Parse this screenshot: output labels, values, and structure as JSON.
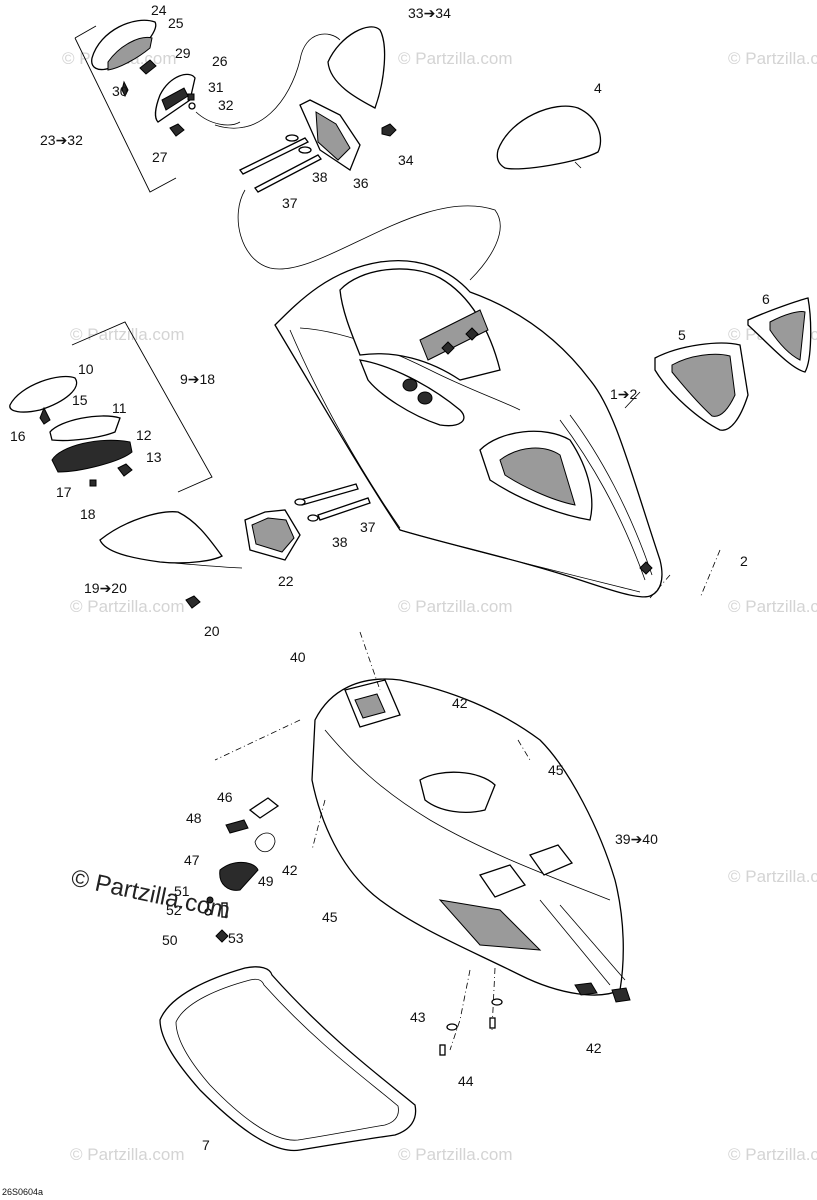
{
  "diagram": {
    "callouts": [
      {
        "id": "c24",
        "text": "24"
      },
      {
        "id": "c25",
        "text": "25"
      },
      {
        "id": "c29",
        "text": "29"
      },
      {
        "id": "c30",
        "text": "30"
      },
      {
        "id": "c26",
        "text": "26"
      },
      {
        "id": "c31",
        "text": "31"
      },
      {
        "id": "c32a",
        "text": "32"
      },
      {
        "id": "c23_32",
        "text": "23➔32"
      },
      {
        "id": "c27",
        "text": "27"
      },
      {
        "id": "c33_34",
        "text": "33➔34"
      },
      {
        "id": "c34",
        "text": "34"
      },
      {
        "id": "c38a",
        "text": "38"
      },
      {
        "id": "c36",
        "text": "36"
      },
      {
        "id": "c37a",
        "text": "37"
      },
      {
        "id": "c4",
        "text": "4"
      },
      {
        "id": "c6",
        "text": "6"
      },
      {
        "id": "c5",
        "text": "5"
      },
      {
        "id": "c1_2",
        "text": "1➔2"
      },
      {
        "id": "c2",
        "text": "2"
      },
      {
        "id": "c10",
        "text": "10"
      },
      {
        "id": "c9_18",
        "text": "9➔18"
      },
      {
        "id": "c15",
        "text": "15"
      },
      {
        "id": "c11",
        "text": "11"
      },
      {
        "id": "c16",
        "text": "16"
      },
      {
        "id": "c12",
        "text": "12"
      },
      {
        "id": "c13",
        "text": "13"
      },
      {
        "id": "c17",
        "text": "17"
      },
      {
        "id": "c18",
        "text": "18"
      },
      {
        "id": "c37b",
        "text": "37"
      },
      {
        "id": "c38b",
        "text": "38"
      },
      {
        "id": "c22",
        "text": "22"
      },
      {
        "id": "c19_20",
        "text": "19➔20"
      },
      {
        "id": "c20",
        "text": "20"
      },
      {
        "id": "c40",
        "text": "40"
      },
      {
        "id": "c42a",
        "text": "42"
      },
      {
        "id": "c45a",
        "text": "45"
      },
      {
        "id": "c46",
        "text": "46"
      },
      {
        "id": "c48",
        "text": "48"
      },
      {
        "id": "c39_40",
        "text": "39➔40"
      },
      {
        "id": "c42b",
        "text": "42"
      },
      {
        "id": "c47",
        "text": "47"
      },
      {
        "id": "c49",
        "text": "49"
      },
      {
        "id": "c45b",
        "text": "45"
      },
      {
        "id": "c51",
        "text": "51"
      },
      {
        "id": "c52",
        "text": "52"
      },
      {
        "id": "c50",
        "text": "50"
      },
      {
        "id": "c53",
        "text": "53"
      },
      {
        "id": "c43",
        "text": "43"
      },
      {
        "id": "c42c",
        "text": "42"
      },
      {
        "id": "c44",
        "text": "44"
      },
      {
        "id": "c7",
        "text": "7"
      }
    ],
    "watermark_text": "© Partzilla.com",
    "watermark_big": "© Partzilla.com",
    "drawing_ref": "26S0604a"
  }
}
